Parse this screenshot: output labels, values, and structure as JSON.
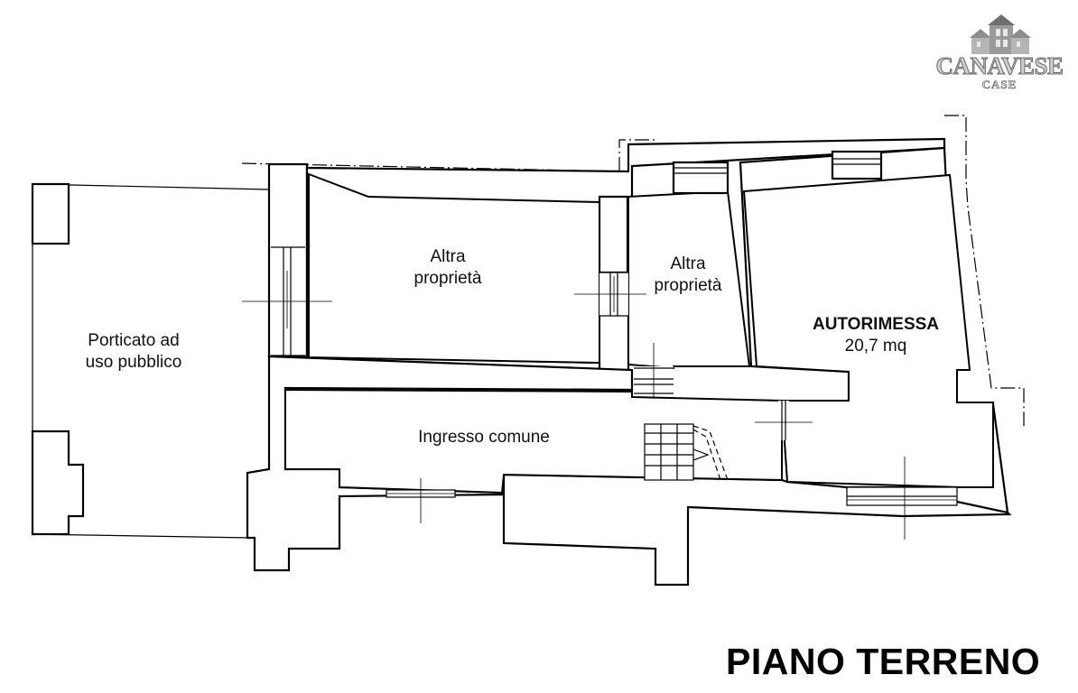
{
  "logo": {
    "brand": "CANAVESE",
    "sub": "CASE"
  },
  "floor_title": "PIANO TERRENO",
  "rooms": {
    "porticato": {
      "line1": "Porticato ad",
      "line2": "uso pubblico"
    },
    "altra_1": {
      "line1": "Altra",
      "line2": "proprietà"
    },
    "altra_2": {
      "line1": "Altra",
      "line2": "proprietà"
    },
    "autorimessa": {
      "name": "AUTORIMESSA",
      "area": "20,7 mq"
    },
    "ingresso": {
      "name": "Ingresso comune"
    }
  }
}
